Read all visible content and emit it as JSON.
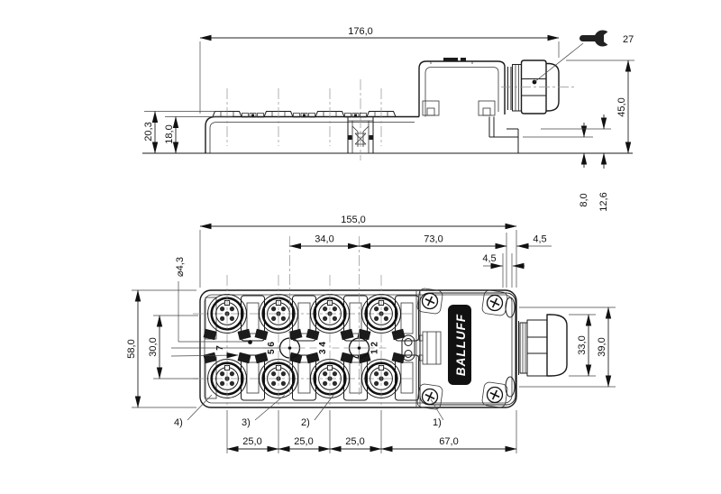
{
  "side_view": {
    "dim_overall_width": "176,0",
    "wrench_size": "27",
    "dim_total_height": "45,0",
    "dim_boss_height": "20,3",
    "dim_body_height": "18,0",
    "dim_step_height": "8,0",
    "dim_flange_height": "12,6"
  },
  "top_view": {
    "dim_body_length": "155,0",
    "dim_hole_spacing": "34,0",
    "dim_hole_to_gland": "73,0",
    "dim_edge_offset_upper": "4,5",
    "dim_edge_offset_lower": "4,5",
    "dim_hole_diameter": "⌀4,3",
    "dim_body_width": "58,0",
    "dim_row_spacing": "30,0",
    "dim_gland_diameter": "33,0",
    "dim_cap_width": "39,0",
    "dim_port_pitch_1": "25,0",
    "dim_port_pitch_2": "25,0",
    "dim_port_pitch_3": "25,0",
    "dim_last_pitch": "67,0",
    "brand": "BALLUFF",
    "port_labels": [
      "7",
      "5 6",
      "3 4",
      "1 2"
    ],
    "callout_4": "4)",
    "callout_3": "3)",
    "callout_2": "2)",
    "callout_1": "1)"
  }
}
